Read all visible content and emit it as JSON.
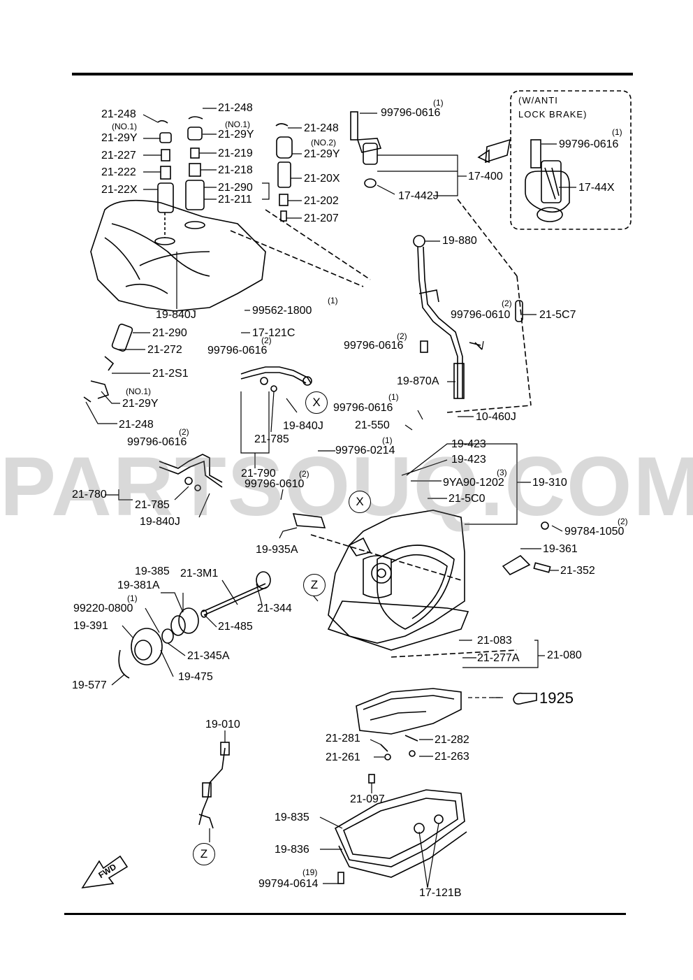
{
  "box_note": {
    "line1": "(W/ANTI",
    "line2": "LOCK BRAKE)"
  },
  "watermark": "PARTSOUQ.COM",
  "reference": "1925",
  "fwd": "FWD",
  "markers": {
    "x": "X",
    "z": "Z"
  },
  "labels": {
    "p1": "21-248",
    "p1q": "(NO.1)",
    "p2": "21-29Y",
    "p3": "21-227",
    "p4": "21-222",
    "p5": "21-22X",
    "p6": "21-248",
    "p7q": "(NO.1)",
    "p7": "21-29Y",
    "p8": "21-219",
    "p9": "21-218",
    "p10": "21-290",
    "p11": "21-211",
    "p12": "21-248",
    "p13q": "(NO.2)",
    "p13": "21-29Y",
    "p14": "21-20X",
    "p15": "21-202",
    "p16": "21-207",
    "p17q": "(1)",
    "p17": "99796-0616",
    "p18": "17-400",
    "p19": "17-442J",
    "p20q": "(1)",
    "p20": "99796-0616",
    "p21": "17-44X",
    "p22": "19-840J",
    "p23q": "(1)",
    "p23": "99562-1800",
    "p24": "17-121C",
    "p25": "21-290",
    "p26": "21-272",
    "p27": "21-2S1",
    "p28q": "(NO.1)",
    "p28": "21-29Y",
    "p29": "21-248",
    "p30": "19-880",
    "p31q": "(2)",
    "p31": "99796-0610",
    "p32": "21-5C7",
    "p33q": "(2)",
    "p33": "99796-0616",
    "p34q": "(2)",
    "p34": "99796-0616",
    "p35": "19-870A",
    "p36q": "(1)",
    "p36": "99796-0616",
    "p37": "10-460J",
    "p38": "21-550",
    "p39": "19-840J",
    "p40": "21-785",
    "p41": "21-790",
    "p42q": "(2)",
    "p42": "99796-0616",
    "p43": "21-780",
    "p44": "21-785",
    "p45": "19-840J",
    "p46q": "(1)",
    "p46": "99796-0214",
    "p47": "19-423",
    "p48": "19-423",
    "p49q": "(3)",
    "p49": "9YA90-1202",
    "p50": "19-310",
    "p51": "21-5C0",
    "p52q": "(2)",
    "p52": "99796-0610",
    "p53": "19-935A",
    "p54q": "(2)",
    "p54": "99784-1050",
    "p55": "19-361",
    "p56": "21-352",
    "p57": "21-3M1",
    "p58": "19-385",
    "p59": "19-381A",
    "p60q": "(1)",
    "p60": "99220-0800",
    "p61": "21-344",
    "p62": "21-485",
    "p63": "19-391",
    "p64": "21-345A",
    "p65": "19-475",
    "p66": "19-577",
    "p67": "21-083",
    "p68": "21-277A",
    "p69": "21-080",
    "p70": "19-010",
    "p71": "21-281",
    "p72": "21-282",
    "p73": "21-261",
    "p74": "21-263",
    "p75": "21-097",
    "p76": "19-835",
    "p77": "19-836",
    "p78q": "(19)",
    "p78": "99794-0614",
    "p79": "17-121B"
  }
}
